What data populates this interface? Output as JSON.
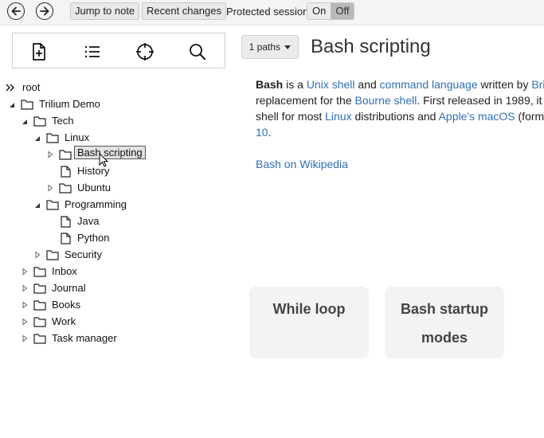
{
  "toolbar": {
    "back_icon": "arrow-left-circle-icon",
    "forward_icon": "arrow-right-circle-icon",
    "jump_label": "Jump to note",
    "recent_label": "Recent changes",
    "protected_label": "Protected session:",
    "on_label": "On",
    "off_label": "Off"
  },
  "iconbar": {
    "icons": [
      "new-note-icon",
      "list-icon",
      "crosshair-icon",
      "search-icon"
    ]
  },
  "tree": {
    "root": "root",
    "trilium": "Trilium Demo",
    "tech": "Tech",
    "linux": "Linux",
    "bash": "Bash scripting",
    "history": "History",
    "ubuntu": "Ubuntu",
    "programming": "Programming",
    "java": "Java",
    "python": "Python",
    "security": "Security",
    "inbox": "Inbox",
    "journal": "Journal",
    "books": "Books",
    "work": "Work",
    "task_manager": "Task manager"
  },
  "note": {
    "paths_label": "1 paths",
    "title": "Bash scripting",
    "p1_bash": "Bash",
    "p1_a": " is a ",
    "p1_unix_shell": "Unix shell",
    "p1_b": " and ",
    "p1_command_language": "command language",
    "p1_c": " written by ",
    "p1_brian": "Bri",
    "p2_a": "replacement for the ",
    "p2_bourne": "Bourne shell",
    "p2_b": ". First released in 1989, it",
    "p3_a": "shell for most ",
    "p3_linux": "Linux",
    "p3_b": " distributions and ",
    "p3_macos": "Apple's macOS",
    "p3_c": " (form",
    "p4_ten": "10",
    "p4_dot": ".",
    "wiki_link": "Bash on Wikipedia"
  },
  "cards": {
    "c1": "While loop",
    "c2": "Bash startup modes"
  }
}
